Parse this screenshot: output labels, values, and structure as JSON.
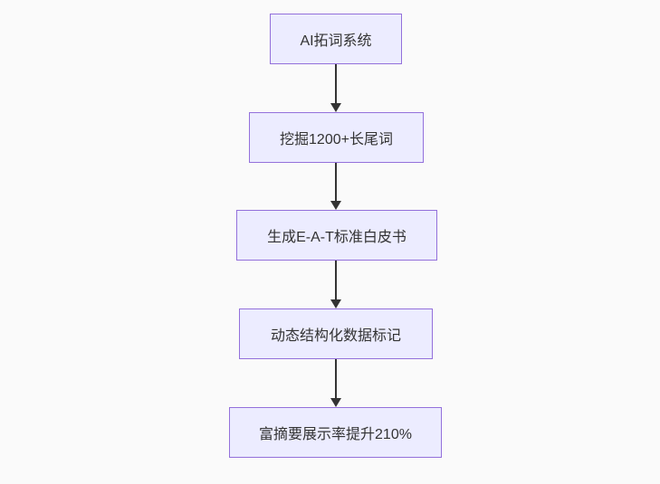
{
  "diagram": {
    "type": "flowchart-top-down",
    "colors": {
      "node_fill": "#ECECFF",
      "node_border": "#9370DB",
      "node_text": "#333333",
      "arrow": "#333333",
      "background": "#FAFAFA"
    },
    "nodes": [
      {
        "label": "AI拓词系统"
      },
      {
        "label": "挖掘1200+长尾词"
      },
      {
        "label": "生成E-A-T标准白皮书"
      },
      {
        "label": "动态结构化数据标记"
      },
      {
        "label": "富摘要展示率提升210%"
      }
    ],
    "edges": [
      {
        "from": 0,
        "to": 1
      },
      {
        "from": 1,
        "to": 2
      },
      {
        "from": 2,
        "to": 3
      },
      {
        "from": 3,
        "to": 4
      }
    ]
  }
}
